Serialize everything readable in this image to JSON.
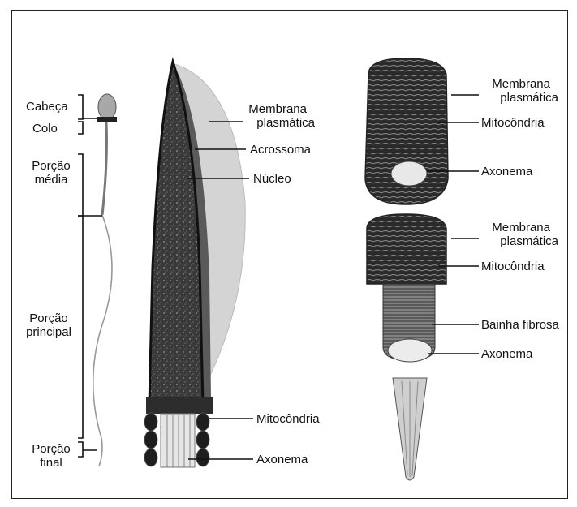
{
  "whole_sperm": {
    "labels": {
      "cabeca": "Cabeça",
      "colo": "Colo",
      "porcao_media": [
        "Porção",
        "média"
      ],
      "porcao_principal": [
        "Porção",
        "principal"
      ],
      "porcao_final": [
        "Porção",
        "final"
      ]
    }
  },
  "head_section": {
    "labels": {
      "membrana": [
        "Membrana",
        "plasmática"
      ],
      "acrossoma": "Acrossoma",
      "nucleo": "Núcleo",
      "mitocondria": "Mitocôndria",
      "axonema": "Axonema"
    }
  },
  "midpiece_section": {
    "labels": {
      "membrana": [
        "Membrana",
        "plasmática"
      ],
      "mitocondria": "Mitocôndria",
      "axonema": "Axonema"
    }
  },
  "principal_section": {
    "labels": {
      "membrana": [
        "Membrana",
        "plasmática"
      ],
      "mitocondria": "Mitocôndria",
      "bainha": "Bainha fibrosa",
      "axonema": "Axonema"
    }
  }
}
